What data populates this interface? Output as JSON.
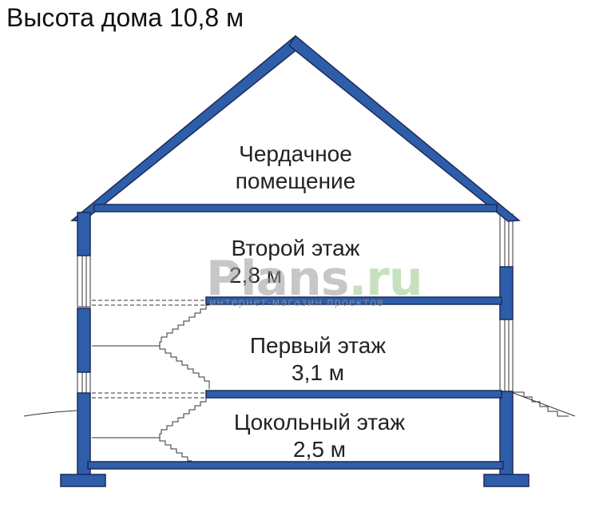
{
  "title": "Высота дома 10,8 м",
  "colors": {
    "structure": "#2e5eaa",
    "outline": "#1c2b5a",
    "line": "#333333",
    "watermark_main": "#9a9a9a",
    "watermark_accent": "#9bc98a"
  },
  "levels": {
    "attic": {
      "name_line1": "Чердачное",
      "name_line2": "помещение"
    },
    "second": {
      "name": "Второй этаж",
      "height": "2,8 м"
    },
    "first": {
      "name": "Первый этаж",
      "height": "3,1 м"
    },
    "basement": {
      "name": "Цокольный этаж",
      "height": "2,5 м"
    }
  },
  "watermark": {
    "main": "Plans",
    "accent": ".ru",
    "subtitle": "интернет-магазин проектов"
  }
}
